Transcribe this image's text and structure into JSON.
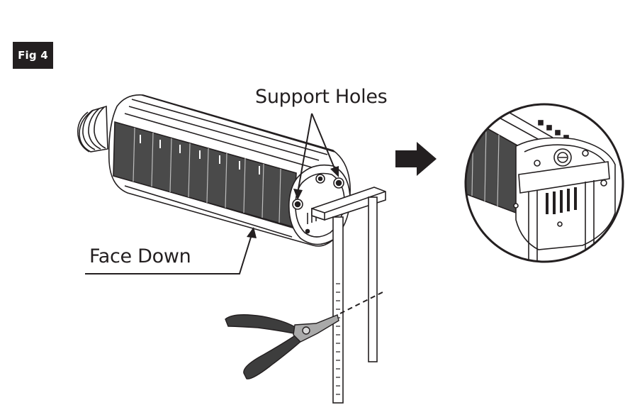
{
  "figure": {
    "badge_label": "Fig 4"
  },
  "callouts": {
    "support_holes": "Support Holes",
    "face_down": "Face Down"
  },
  "colors": {
    "ink": "#231f20",
    "arrow": "#231f20",
    "pliers_grip": "#3d3d3d",
    "pliers_metal": "#a9a9a9",
    "fin_dark": "#555555"
  }
}
